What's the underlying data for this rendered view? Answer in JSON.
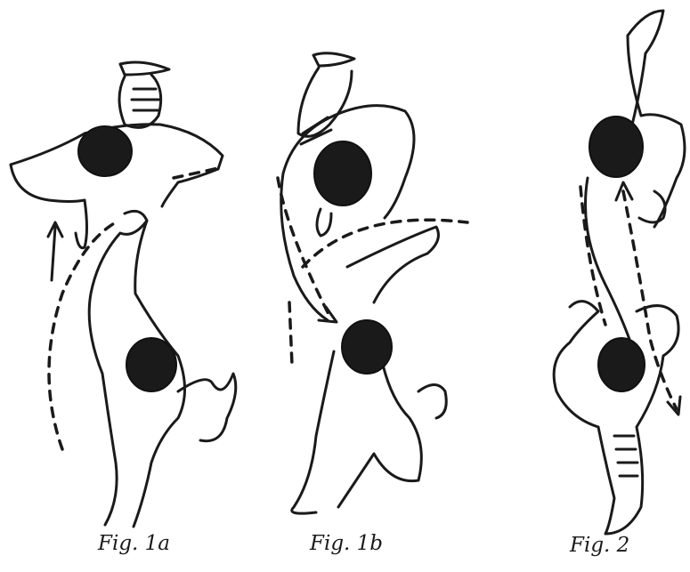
{
  "figures": [
    {
      "caption": "Fig. 1a"
    },
    {
      "caption": "Fig. 1b"
    },
    {
      "caption": "Fig. 2"
    }
  ],
  "colors": {
    "ink": "#1a1a1a",
    "paper": "#ffffff"
  }
}
